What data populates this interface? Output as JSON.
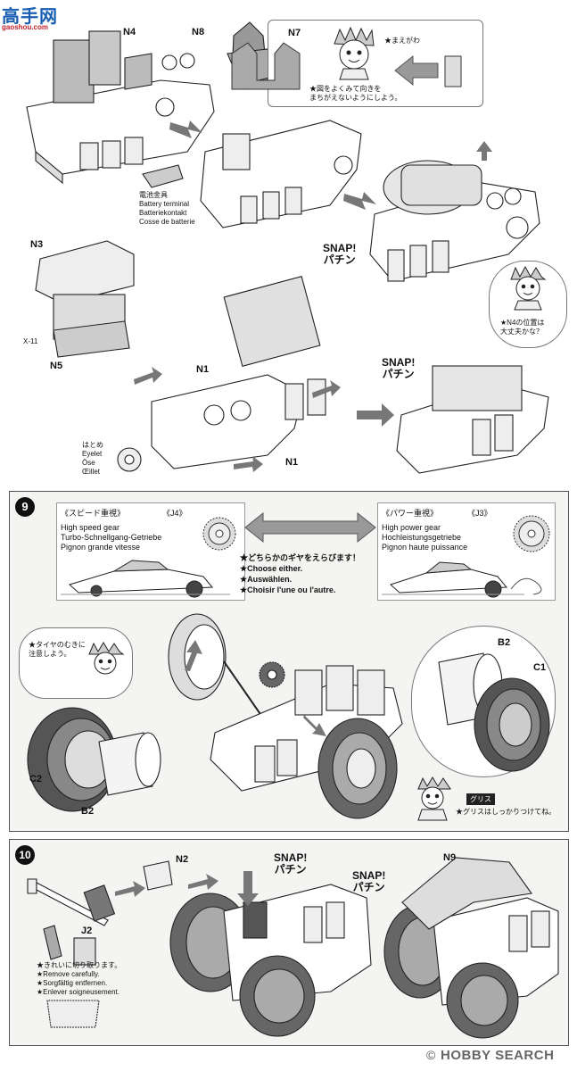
{
  "watermark": {
    "brand": "高手网",
    "domain": "gaoshou.com"
  },
  "step8": {
    "labels": {
      "n4": "N4",
      "n8": "N8",
      "n7": "N7",
      "n3": "N3",
      "n5": "N5",
      "n1a": "N1",
      "n1b": "N1",
      "x11": "X-11"
    },
    "front": "★まえがわ",
    "note_direction": "★図をよくみて向きを\nまちがえないようにしよう。",
    "battery_terminal": "電池金具\nBattery terminal\nBatteriekontakt\nCosse de batterie",
    "snap1": "SNAP!\nパチン",
    "snap2": "SNAP!\nパチン",
    "note_n4": "★N4の位置は\n大丈夫かな？",
    "eyelet": "はとめ\nEyelet\nÖse\nŒillet"
  },
  "step9": {
    "number": "9",
    "speed_title": "《スピード重視》",
    "speed_part": "《J4》",
    "speed_text": "High speed gear\nTurbo-Schnellgang-Getriebe\nPignon grande vitesse",
    "power_title": "《パワー重視》",
    "power_part": "《J3》",
    "power_text": "High power gear\nHochleistungsgetriebe\nPignon haute puissance",
    "choose": "★どちらかのギヤをえらびます！\n★Choose either.\n★Auswählen.\n★Choisir l'une ou l'autre.",
    "note_tire": "★タイヤのむきに\n注意しよう。",
    "labels": {
      "b2a": "B2",
      "c1": "C1",
      "c2": "C2",
      "b2b": "B2"
    },
    "grease_tag": "グリス",
    "grease_note": "★グリスはしっかりつけてね。"
  },
  "step10": {
    "number": "10",
    "labels": {
      "n2": "N2",
      "j2": "J2",
      "n9": "N9"
    },
    "snap1": "SNAP!\nパチン",
    "snap2": "SNAP!\nパチン",
    "remove": "★きれいに切り取ります。\n★Remove carefully.\n★Sorgfältig entfernen.\n★Enlever soigneusement."
  },
  "footer": {
    "copyright": "©",
    "brand": "HOBBY SEARCH"
  }
}
